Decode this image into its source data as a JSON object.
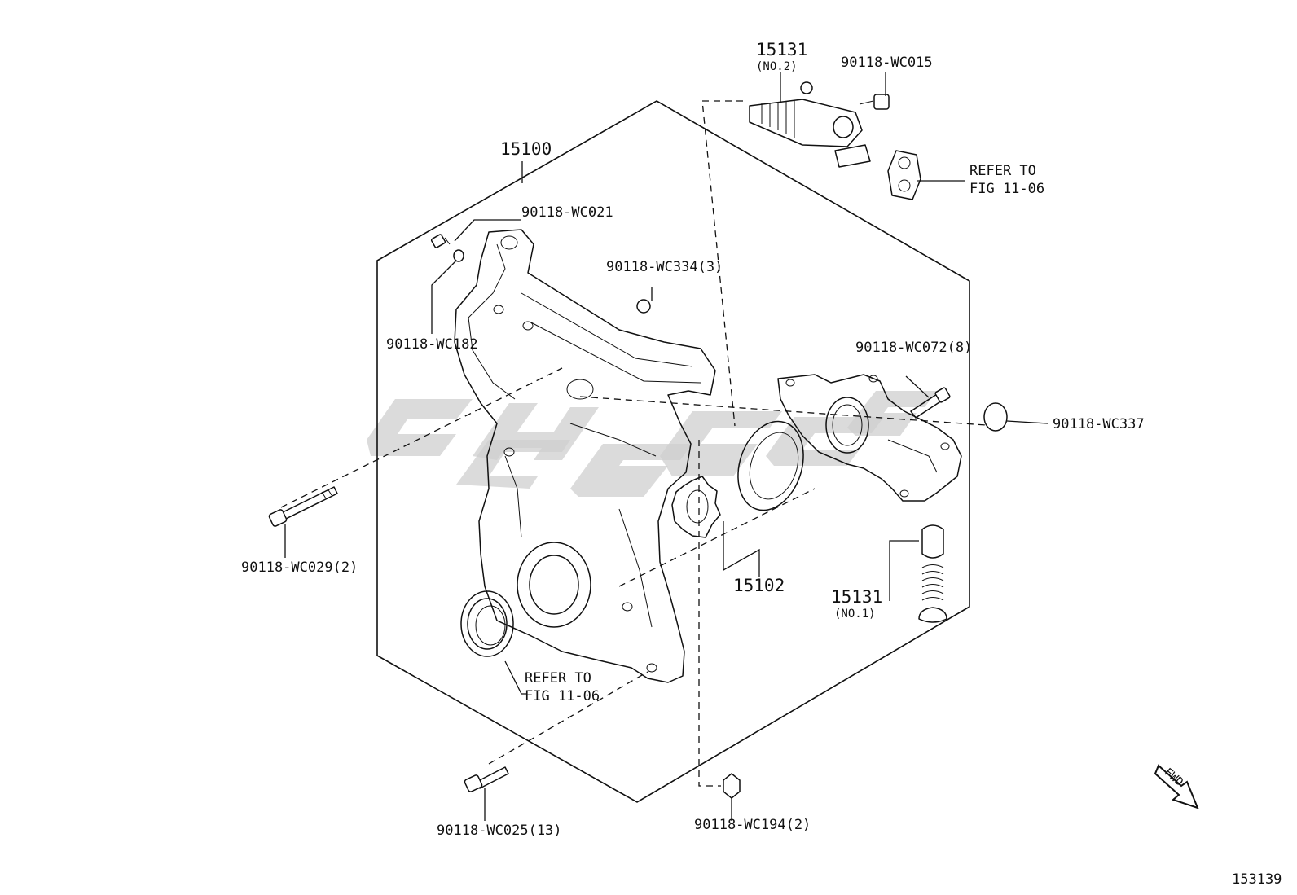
{
  "labels": {
    "p15100": "15100",
    "p15131_top": "15131",
    "p15131_top_sub": "(NO.2)",
    "wc015": "90118-WC015",
    "refer_top_1": "REFER TO",
    "refer_top_2": "FIG 11-06",
    "wc021": "90118-WC021",
    "wc334": "90118-WC334(3)",
    "wc182": "90118-WC182",
    "wc072": "90118-WC072(8)",
    "wc337": "90118-WC337",
    "wc029": "90118-WC029(2)",
    "p15102": "15102",
    "p15131_bot": "15131",
    "p15131_bot_sub": "(NO.1)",
    "refer_bot_1": "REFER TO",
    "refer_bot_2": "FIG 11-06",
    "wc025": "90118-WC025(13)",
    "wc194": "90118-WC194(2)",
    "fwd": "FWD",
    "figure_number": "153139"
  },
  "colors": {
    "line": "#111111",
    "watermark": "#cfcfcf",
    "background": "#ffffff"
  }
}
